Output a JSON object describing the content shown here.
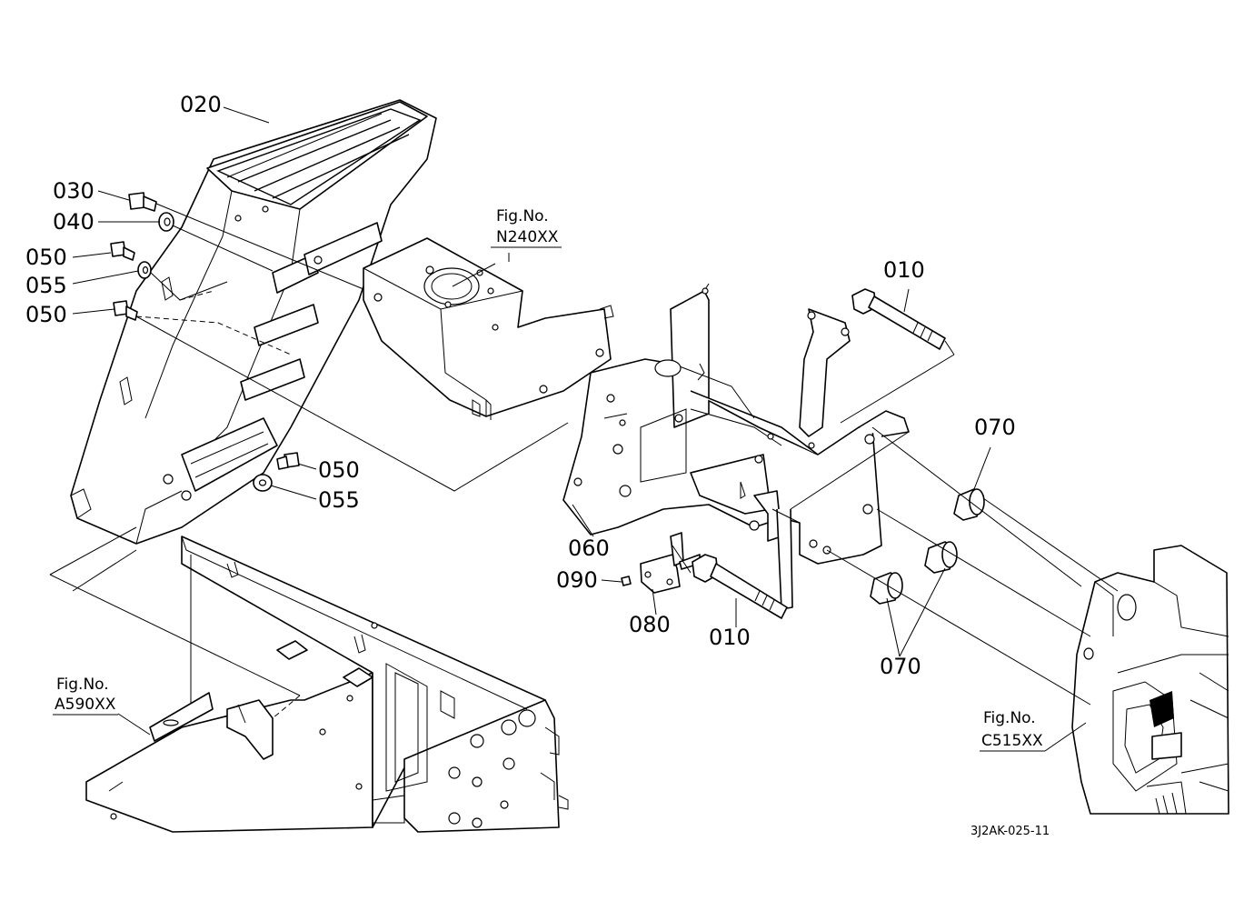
{
  "labels": {
    "p010a": "010",
    "p010b": "010",
    "p020": "020",
    "p030": "030",
    "p040": "040",
    "p050a": "050",
    "p050b": "050",
    "p050c": "050",
    "p055a": "055",
    "p055b": "055",
    "p060": "060",
    "p070a": "070",
    "p070b": "070",
    "p080": "080",
    "p090": "090"
  },
  "refs": {
    "n240_title": "Fig.No.",
    "n240_code": "N240XX",
    "a590_title": "Fig.No.",
    "a590_code": "A590XX",
    "c515_title": "Fig.No.",
    "c515_code": "C515XX"
  },
  "drawing_code": "3J2AK-025-11",
  "colors": {
    "line": "#000000",
    "background": "#ffffff"
  }
}
